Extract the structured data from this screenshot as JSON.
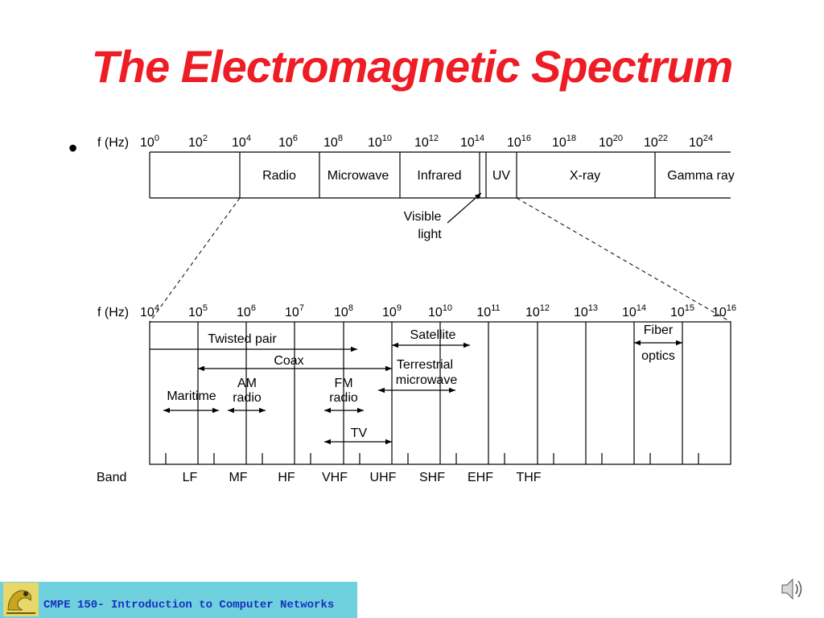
{
  "title": "The Electromagnetic Spectrum",
  "bullet": "•",
  "footer": "CMPE 150- Introduction to Computer Networks",
  "top_scale": {
    "axis_label": "f (Hz)",
    "ticks": [
      {
        "base": "10",
        "exp": "0"
      },
      {
        "base": "10",
        "exp": "2"
      },
      {
        "base": "10",
        "exp": "4"
      },
      {
        "base": "10",
        "exp": "6"
      },
      {
        "base": "10",
        "exp": "8"
      },
      {
        "base": "10",
        "exp": "10"
      },
      {
        "base": "10",
        "exp": "12"
      },
      {
        "base": "10",
        "exp": "14"
      },
      {
        "base": "10",
        "exp": "16"
      },
      {
        "base": "10",
        "exp": "18"
      },
      {
        "base": "10",
        "exp": "20"
      },
      {
        "base": "10",
        "exp": "22"
      },
      {
        "base": "10",
        "exp": "24"
      }
    ],
    "regions": [
      "Radio",
      "Microwave",
      "Infrared",
      "UV",
      "X-ray",
      "Gamma ray"
    ],
    "visible_light": [
      "Visible",
      "light"
    ]
  },
  "bottom_scale": {
    "axis_label": "f (Hz)",
    "ticks": [
      {
        "base": "10",
        "exp": "4"
      },
      {
        "base": "10",
        "exp": "5"
      },
      {
        "base": "10",
        "exp": "6"
      },
      {
        "base": "10",
        "exp": "7"
      },
      {
        "base": "10",
        "exp": "8"
      },
      {
        "base": "10",
        "exp": "9"
      },
      {
        "base": "10",
        "exp": "10"
      },
      {
        "base": "10",
        "exp": "11"
      },
      {
        "base": "10",
        "exp": "12"
      },
      {
        "base": "10",
        "exp": "13"
      },
      {
        "base": "10",
        "exp": "14"
      },
      {
        "base": "10",
        "exp": "15"
      },
      {
        "base": "10",
        "exp": "16"
      }
    ],
    "media": {
      "twisted_pair": "Twisted pair",
      "coax": "Coax",
      "satellite": "Satellite",
      "terrestrial": [
        "Terrestrial",
        "microwave"
      ],
      "fiber": [
        "Fiber",
        "optics"
      ],
      "maritime": "Maritime",
      "am_radio": [
        "AM",
        "radio"
      ],
      "fm_radio": [
        "FM",
        "radio"
      ],
      "tv": "TV"
    },
    "band_label": "Band",
    "bands": [
      "LF",
      "MF",
      "HF",
      "VHF",
      "UHF",
      "SHF",
      "EHF",
      "THF"
    ]
  }
}
